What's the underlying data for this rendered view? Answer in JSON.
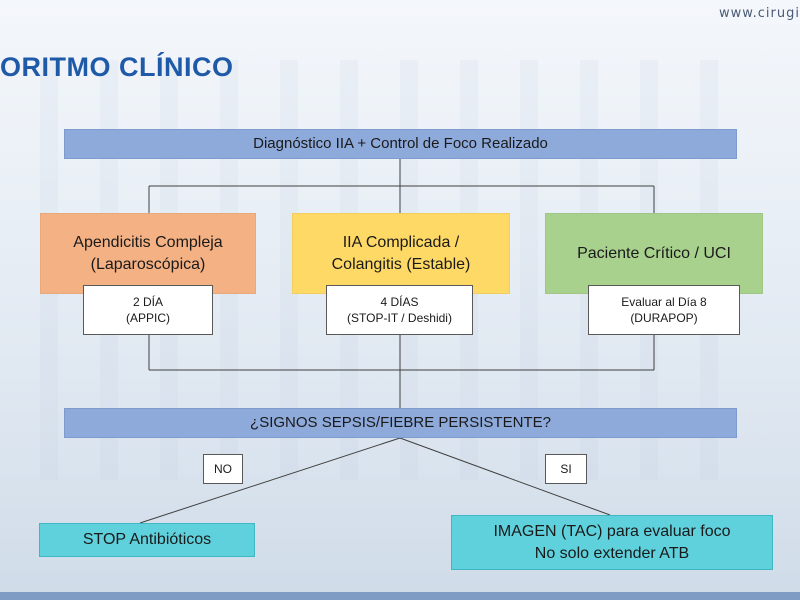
{
  "header": {
    "url": "www.cirugi",
    "title": "ORITMO CLÍNICO"
  },
  "flow": {
    "start": "Diagnóstico IIA + Control de Foco Realizado",
    "branches": [
      {
        "label_line1": "Apendicitis Compleja",
        "label_line2": "(Laparoscópica)",
        "duration_line1": "2 DÍA",
        "duration_line2": "(APPIC)",
        "color": "#f4b183"
      },
      {
        "label_line1": "IIA Complicada /",
        "label_line2": "Colangitis (Estable)",
        "duration_line1": "4 DÍAS",
        "duration_line2": "(STOP-IT / Deshidi)",
        "color": "#ffd966"
      },
      {
        "label_line1": "Paciente Crítico / UCI",
        "label_line2": "",
        "duration_line1": "Evaluar al Día 8",
        "duration_line2": "(DURAPOP)",
        "color": "#a9d18e"
      }
    ],
    "question": "¿SIGNOS SEPSIS/FIEBRE PERSISTENTE?",
    "no_label": "NO",
    "yes_label": "SI",
    "outcome_no": "STOP Antibióticos",
    "outcome_yes_line1": "IMAGEN (TAC) para evaluar foco",
    "outcome_yes_line2": "No solo extender ATB"
  },
  "colors": {
    "title": "#1f5aa8",
    "bars": "#8eaadb",
    "outcomes": "#5fd1dc"
  }
}
